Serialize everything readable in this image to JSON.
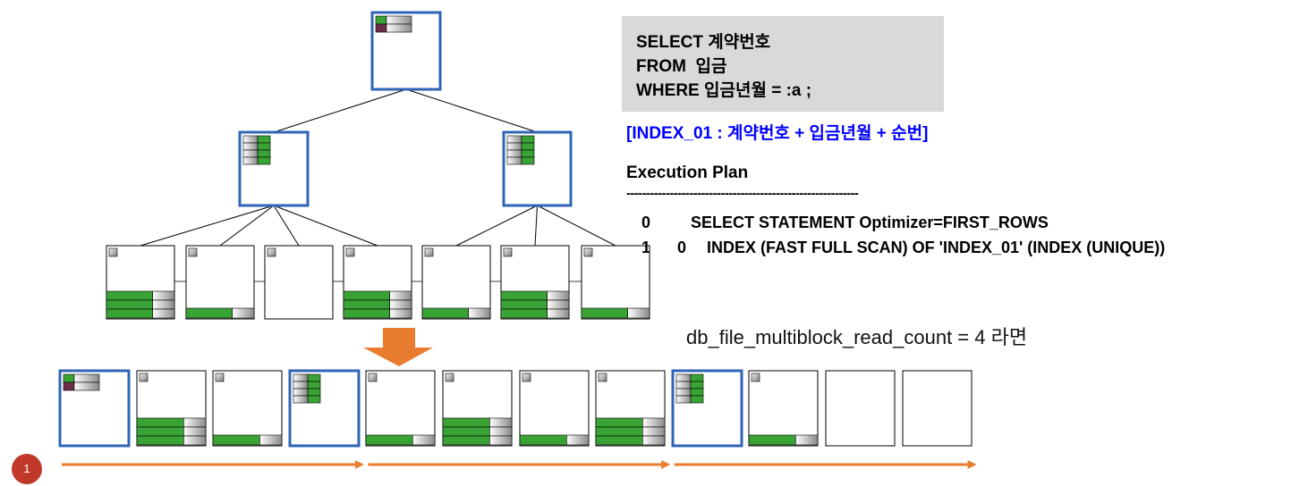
{
  "query": {
    "lines": [
      "SELECT 계약번호",
      "FROM  입금",
      "WHERE 입금년월 = :a ;"
    ]
  },
  "index_definition": "[INDEX_01 : 계약번호 + 입금년월 + 순번]",
  "execution_plan": {
    "title": "Execution Plan",
    "separator": "-----------------------------------------------------------",
    "rows": [
      {
        "id": "0",
        "parent": "",
        "operation": "SELECT STATEMENT Optimizer=FIRST_ROWS"
      },
      {
        "id": "1",
        "parent": "0",
        "operation": "INDEX (FAST FULL SCAN) OF 'INDEX_01' (INDEX (UNIQUE))"
      }
    ]
  },
  "parameter_note": "db_file_multiblock_read_count = 4 라면",
  "step_badge": "1",
  "colors": {
    "block_border_highlight": "#2f65b5",
    "leaf_fill": "#3aa335",
    "root_entry": "#6b2f4a",
    "arrow": "#e87d2f",
    "sql_box": "#d9d9d9",
    "index_text": "#0000ff"
  },
  "tree": {
    "root": {
      "kind": "root"
    },
    "branches": [
      {
        "kind": "branch"
      },
      {
        "kind": "branch"
      }
    ],
    "leaves": [
      {
        "kind": "leaf3"
      },
      {
        "kind": "leaf1"
      },
      {
        "kind": "leaf0"
      },
      {
        "kind": "leaf3"
      },
      {
        "kind": "leaf1"
      },
      {
        "kind": "leaf3"
      },
      {
        "kind": "leaf1"
      }
    ]
  },
  "physical_blocks": [
    {
      "kind": "root"
    },
    {
      "kind": "leaf3"
    },
    {
      "kind": "leaf1"
    },
    {
      "kind": "branch"
    },
    {
      "kind": "leaf1"
    },
    {
      "kind": "leaf3"
    },
    {
      "kind": "leaf1"
    },
    {
      "kind": "leaf3"
    },
    {
      "kind": "branch"
    },
    {
      "kind": "leaf1"
    },
    {
      "kind": "empty"
    },
    {
      "kind": "empty"
    }
  ],
  "multiblock_reads": [
    {
      "from_block": 1,
      "to_block": 4
    },
    {
      "from_block": 5,
      "to_block": 8
    },
    {
      "from_block": 9,
      "to_block": 12
    }
  ]
}
